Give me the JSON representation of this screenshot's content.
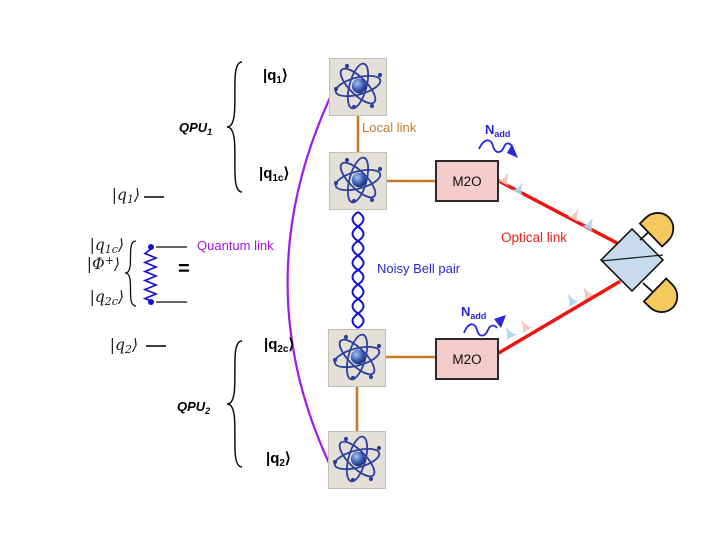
{
  "colors": {
    "quantum_link_purple": "#a21ae8",
    "quantum_link_text": "#a516e3",
    "local_link_orange": "#c87a28",
    "optical_link_red": "#ee1311",
    "optical_link_text": "#e8201c",
    "bell_pair_blue": "#1513cf",
    "noise_label_blue": "#2a28d5",
    "m2o_box_pink": "#f3cbca",
    "beam_splitter_blue": "#c9dbee",
    "detector_yellow": "#f6c95f",
    "atom_box_gray": "#e4e0d8",
    "atom_blue": "#2b3f9e",
    "pulse_blue": "#add4f2",
    "pulse_pink": "#f2c4bc"
  },
  "left_circuit": {
    "ket_q1": {
      "pre": "|q",
      "sub": "1",
      "post": "⟩"
    },
    "ket_q1c": {
      "pre": "|q",
      "sub": "1c",
      "post": "⟩"
    },
    "ket_phi": {
      "pre": "|Φ",
      "sup": "+",
      "post": "⟩"
    },
    "ket_q2c": {
      "pre": "|q",
      "sub": "2c",
      "post": "⟩"
    },
    "ket_q2": {
      "pre": "|q",
      "sub": "2",
      "post": "⟩"
    },
    "equals": "="
  },
  "qpu_groups": {
    "qpu1": {
      "pre": "QPU",
      "sub": "1"
    },
    "qpu2": {
      "pre": "QPU",
      "sub": "2"
    },
    "ket_q1": {
      "pre": "|q",
      "sub": "1",
      "post": "⟩"
    },
    "ket_q1c": {
      "pre": "|q",
      "sub": "1c",
      "post": "⟩"
    },
    "ket_q2c": {
      "pre": "|q",
      "sub": "2c",
      "post": "⟩"
    },
    "ket_q2": {
      "pre": "|q",
      "sub": "2",
      "post": "⟩"
    }
  },
  "links": {
    "quantum": "Quantum link",
    "local": "Local link",
    "optical": "Optical link",
    "bell_pair": "Noisy Bell pair"
  },
  "converters": {
    "m2o_top": "M2O",
    "m2o_bottom": "M2O"
  },
  "noise": {
    "top": {
      "pre": "N",
      "sub": "add"
    },
    "bottom": {
      "pre": "N",
      "sub": "add"
    }
  }
}
